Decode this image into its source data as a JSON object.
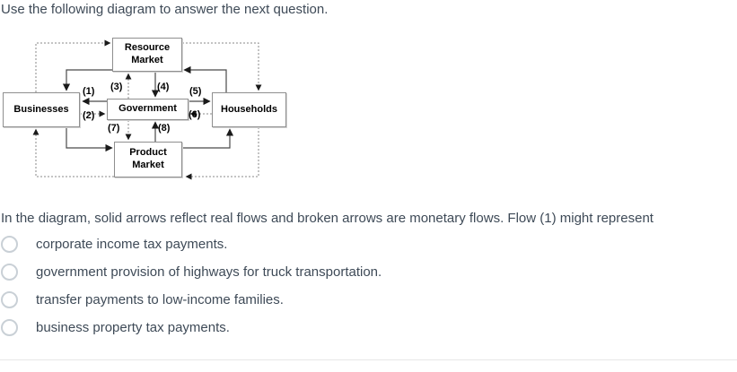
{
  "header": {
    "instruction": "Use the following diagram to answer the next question."
  },
  "diagram": {
    "boxes": {
      "resource_market": "Resource\nMarket",
      "businesses": "Businesses",
      "government": "Government",
      "households": "Households",
      "product_market": "Product\nMarket"
    },
    "flow_labels": [
      "(1)",
      "(2)",
      "(3)",
      "(4)",
      "(5)",
      "(6)",
      "(7)",
      "(8)"
    ],
    "line_colors": {
      "solid_real_flow": "#4a4a4a",
      "dashed_monetary_flow": "#8a8a8a",
      "arrowhead": "#1a1a1a"
    }
  },
  "question": {
    "text": "In the diagram, solid arrows reflect real flows and broken arrows are monetary flows. Flow (1) might represent"
  },
  "options": [
    {
      "label": "corporate income tax payments."
    },
    {
      "label": "government provision of highways for truck transportation."
    },
    {
      "label": "transfer payments to low-income families."
    },
    {
      "label": "business property tax payments."
    }
  ]
}
